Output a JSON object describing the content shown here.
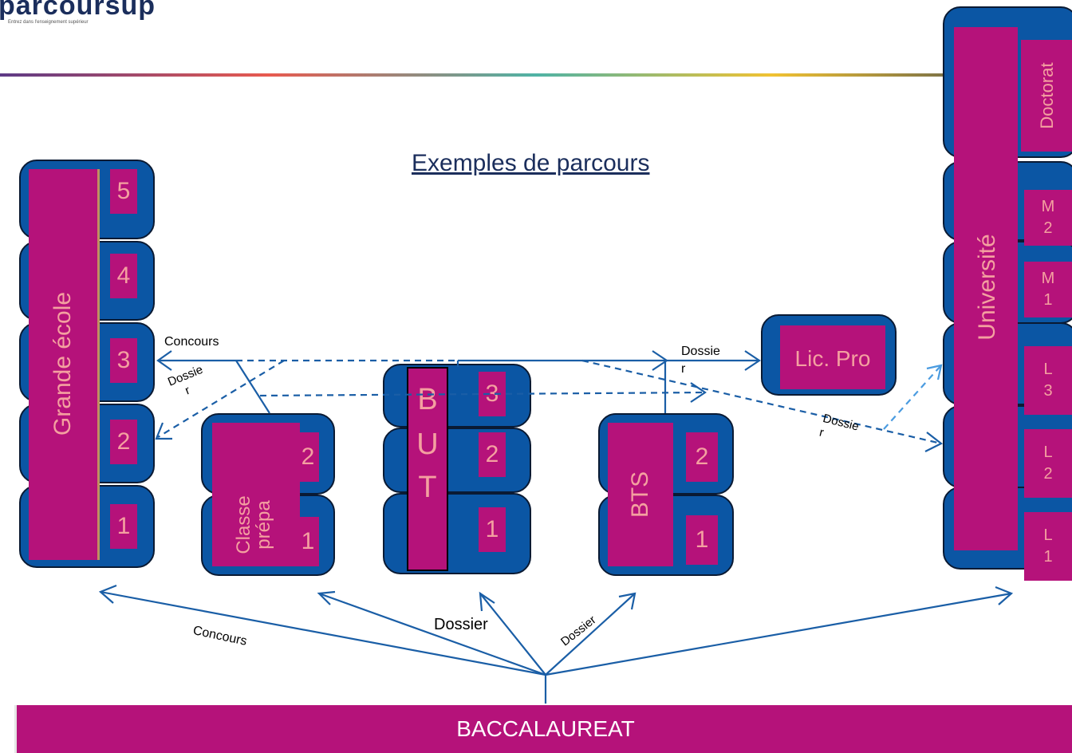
{
  "logo": {
    "text": "parcoursup",
    "tagline": "Entrez dans l'enseignement supérieur"
  },
  "title": "Exemples de parcours",
  "colors": {
    "block": "#0b56a4",
    "magenta": "#b5127a",
    "text_pink": "#f4a0a0",
    "arrow": "#1a5ea6"
  },
  "grande_ecole": {
    "label": "Grande école",
    "years": [
      "5",
      "4",
      "3",
      "2",
      "1"
    ]
  },
  "classe_prepa": {
    "label_line1": "Classe",
    "label_line2": "prépa",
    "years": [
      "2",
      "1"
    ]
  },
  "but": {
    "letters": [
      "B",
      "U",
      "T"
    ],
    "years": [
      "3",
      "2",
      "1"
    ]
  },
  "bts": {
    "label": "BTS",
    "years": [
      "2",
      "1"
    ]
  },
  "lic_pro": {
    "label": "Lic. Pro"
  },
  "universite": {
    "label": "Université",
    "doctorat": "Doctorat",
    "years": [
      "M\n2",
      "M\n1",
      "L\n3",
      "L\n2",
      "L\n1"
    ]
  },
  "arrows": {
    "concours_top": "Concours",
    "dossier_left_a": "Dossie",
    "dossier_left_b": "r",
    "dossier_right_a": "Dossie",
    "dossier_right_b": "r",
    "dossier_lic_a": "Dossie",
    "dossier_lic_b": "r",
    "concours_bottom": "Concours",
    "dossier_center": "Dossier",
    "dossier_bts": "Dossier"
  },
  "bac": {
    "label": "BACCALAUREAT"
  }
}
